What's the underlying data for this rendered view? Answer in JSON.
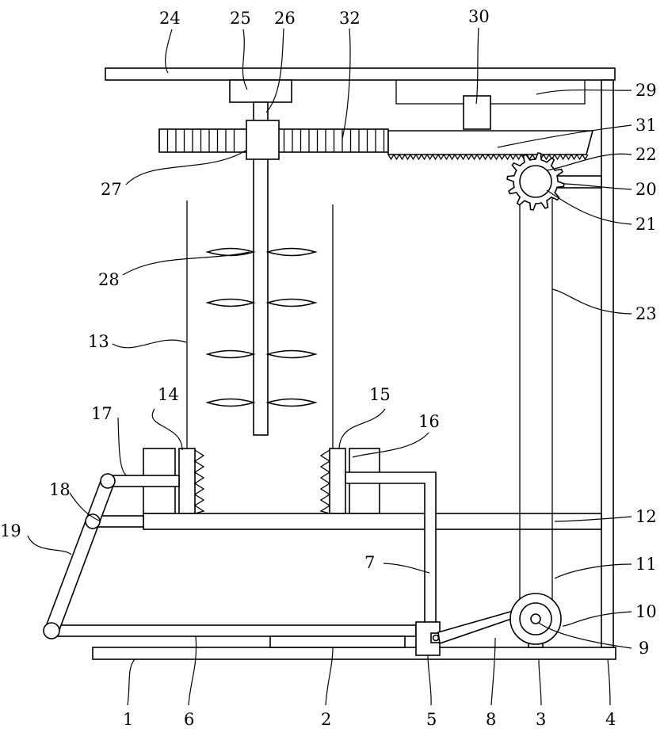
{
  "figure": {
    "labels": {
      "l1": "1",
      "l2": "2",
      "l3": "3",
      "l4": "4",
      "l5": "5",
      "l6": "6",
      "l7": "7",
      "l8": "8",
      "l9": "9",
      "l10": "10",
      "l11": "11",
      "l12": "12",
      "l13": "13",
      "l14": "14",
      "l15": "15",
      "l16": "16",
      "l17": "17",
      "l18": "18",
      "l19": "19",
      "l20": "20",
      "l21": "21",
      "l22": "22",
      "l23": "23",
      "l24": "24",
      "l25": "25",
      "l26": "26",
      "l27": "27",
      "l28": "28",
      "l29": "29",
      "l30": "30",
      "l31": "31",
      "l32": "32"
    }
  }
}
